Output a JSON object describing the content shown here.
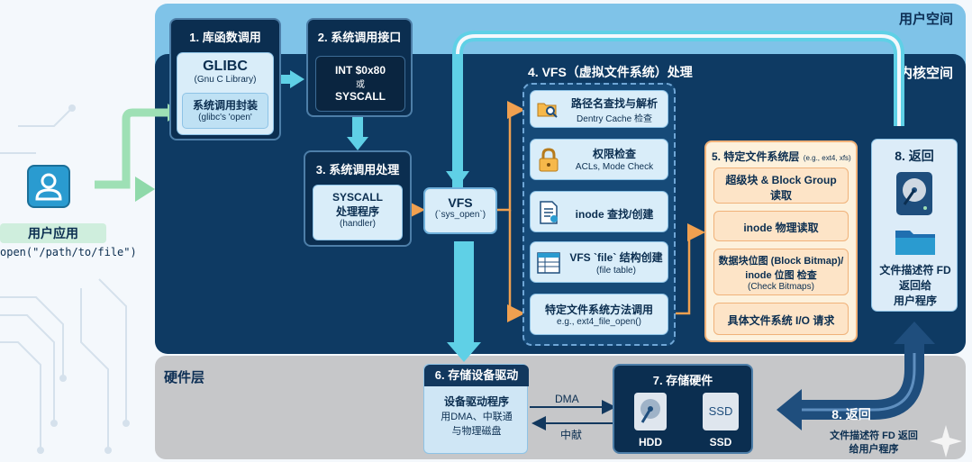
{
  "regions": {
    "user_space": "用户空间",
    "kernel_space": "内核空间",
    "hardware": "硬件层"
  },
  "user_app": {
    "title": "用户应用",
    "call": "open(\"/path/to/file\")"
  },
  "step1": {
    "title": "1. 库函数调用",
    "glibc_title": "GLIBC",
    "glibc_sub": "(Gnu C Library)",
    "wrapper_title": "系统调用封装",
    "wrapper_sub": "(glibc's 'open'"
  },
  "step2": {
    "title": "2. 系统调用接口",
    "line1": "INT $0x80",
    "line2": "或",
    "line3": "SYSCALL"
  },
  "step3": {
    "title": "3. 系统调用处理",
    "line1": "SYSCALL",
    "line2": "处理程序",
    "line3": "(handler)"
  },
  "vfs_node": {
    "title": "VFS",
    "sub": "(`sys_open`)"
  },
  "step4": {
    "title": "4. VFS（虚拟文件系统）处理",
    "items": [
      {
        "title": "路径名查找与解析",
        "sub": "Dentry Cache 检查",
        "icon": "folder-search-icon"
      },
      {
        "title": "权限检查",
        "sub": "ACLs, Mode Check",
        "icon": "lock-icon"
      },
      {
        "title": "inode 查找/创建",
        "sub": "",
        "icon": "document-icon"
      },
      {
        "title": "VFS `file` 结构创建",
        "sub": "(file table)",
        "icon": "table-icon"
      },
      {
        "title": "特定文件系统方法调用",
        "sub": "e.g., ext4_file_open()",
        "icon": ""
      }
    ]
  },
  "step5": {
    "title": "5. 特定文件系统层",
    "title_sub": "(e.g., ext4, xfs)",
    "items": [
      {
        "lines": [
          "超级块 & Block Group",
          "读取"
        ],
        "sub": ""
      },
      {
        "lines": [
          "inode 物理读取"
        ],
        "sub": ""
      },
      {
        "lines": [
          "数据块位图 (Block Bitmap)/",
          "inode 位图 检查"
        ],
        "sub": "(Check Bitmaps)"
      },
      {
        "lines": [
          "具体文件系统 I/O 请求"
        ],
        "sub": ""
      }
    ]
  },
  "step8_panel": {
    "title": "8. 返回",
    "lines": [
      "文件描述符 FD",
      "返回给",
      "用户程序"
    ]
  },
  "step6": {
    "title": "6. 存储设备驱动",
    "line1": "设备驱动程序",
    "line2": "用DMA、中联通",
    "line3": "与物理磁盘"
  },
  "step7": {
    "title": "7. 存储硬件",
    "hdd_label": "HDD",
    "ssd_label": "SSD",
    "ssd_chip": "SSD"
  },
  "links": {
    "dma": "DMA",
    "interrupt": "中献"
  },
  "step8_return": {
    "title": "8. 返回",
    "line1": "文件描述符 FD 返回",
    "line2": "给用户程序"
  },
  "colors": {
    "user_region": "#7fc3e8",
    "kernel_region": "#0e3a63",
    "hardware_region": "#c6c7c9",
    "arrow_cyan": "#5fd0e6",
    "arrow_orange": "#f0a050",
    "arrow_green": "#9ee0b5"
  }
}
